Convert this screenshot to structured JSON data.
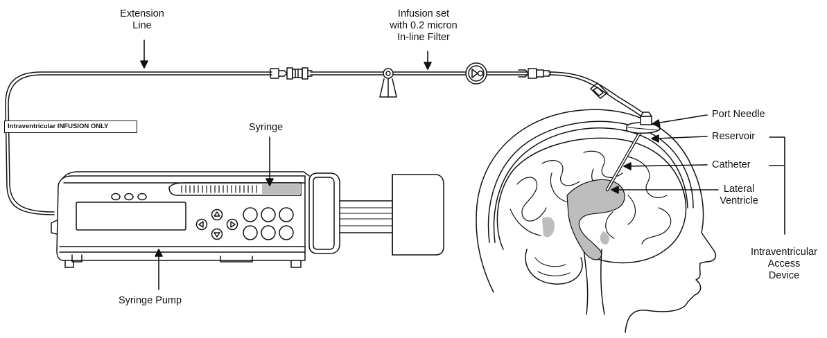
{
  "labels": {
    "extension_line": [
      "Extension",
      "Line"
    ],
    "infusion_set": [
      "Infusion set",
      "with 0.2 micron",
      "In-line Filter"
    ],
    "syringe": "Syringe",
    "syringe_pump": "Syringe Pump",
    "port_needle": "Port Needle",
    "reservoir": "Reservoir",
    "catheter": "Catheter",
    "lateral_ventricle": [
      "Lateral",
      "Ventricle"
    ],
    "access_device": [
      "Intraventricular",
      "Access",
      "Device"
    ]
  },
  "line_tag": "Intraventricular INFUSION ONLY",
  "colors": {
    "ink": "#111111",
    "ventricle_fill": "#bdbdbd",
    "syringe_fill": "#bdbdbd",
    "background": "#ffffff"
  }
}
